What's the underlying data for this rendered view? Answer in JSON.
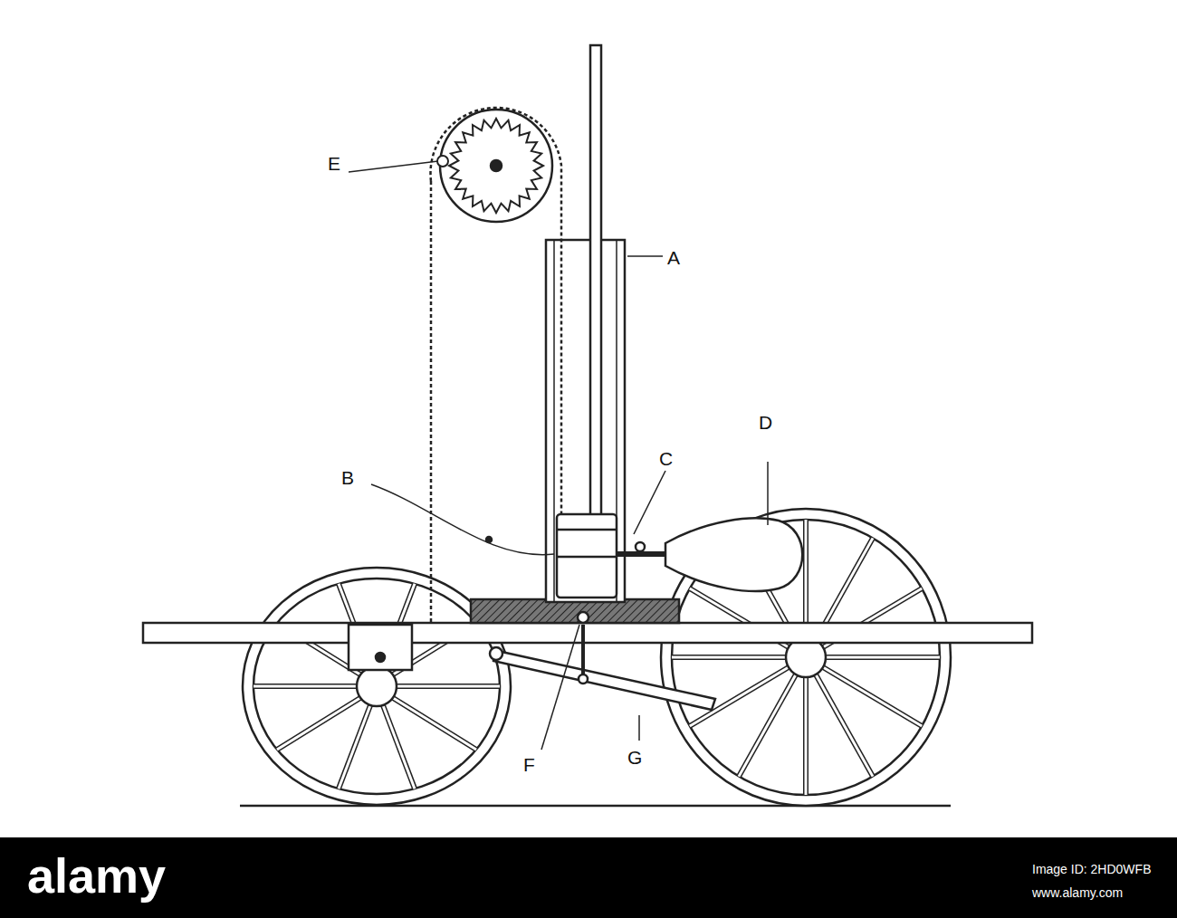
{
  "diagram": {
    "labels": [
      "E",
      "A",
      "D",
      "C",
      "B",
      "F",
      "G",
      "alamy",
      "Image ID: 2HD0WFB",
      "www.alamy.com"
    ]
  }
}
